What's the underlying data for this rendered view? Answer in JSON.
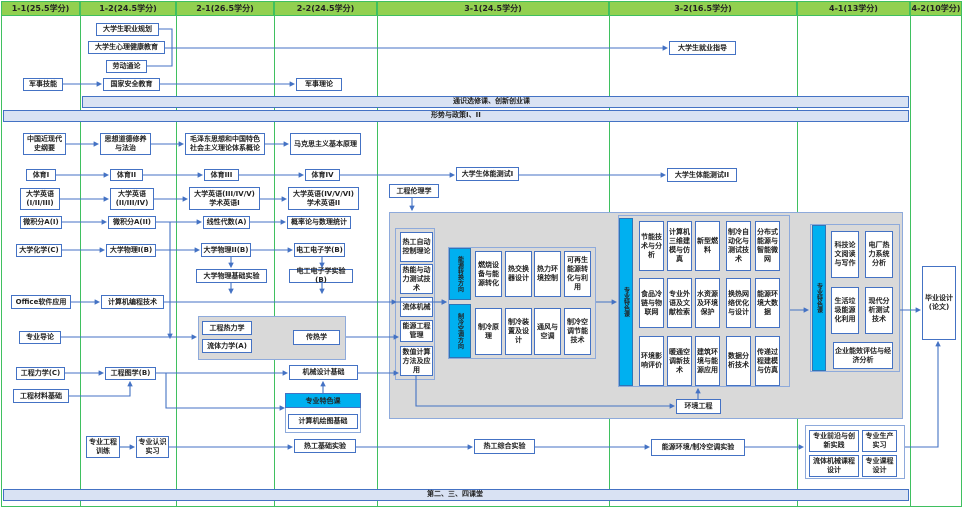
{
  "semesters": [
    {
      "id": "1-1",
      "label": "1-1(25.5学分)"
    },
    {
      "id": "1-2",
      "label": "1-2(24.5学分)"
    },
    {
      "id": "2-1",
      "label": "2-1(26.5学分)"
    },
    {
      "id": "2-2",
      "label": "2-2(24.5学分)"
    },
    {
      "id": "3-1",
      "label": "3-1(24.5学分)"
    },
    {
      "id": "3-2",
      "label": "3-2(16.5学分)"
    },
    {
      "id": "4-1",
      "label": "4-1(13学分)"
    },
    {
      "id": "4-2",
      "label": "4-2(10学分)"
    }
  ],
  "bands": {
    "general_elective": "通识选修课、创新创业课",
    "policy": "形势与政策I、II",
    "extracurricular": "第二、三、四课堂"
  },
  "courses": {
    "career_planning": "大学生职业规划",
    "mental_health": "大学生心理健康教育",
    "labor": "劳动通论",
    "employment": "大学生就业指导",
    "military_skill": "军事技能",
    "national_security": "国家安全教育",
    "military_theory": "军事理论",
    "modern_history": "中国近现代史纲要",
    "ethics_law": "思想道德修养与法治",
    "mao_theory": "毛泽东思想和中国特色社会主义理论体系概论",
    "marxism": "马克思主义基本原理",
    "pe1": "体育I",
    "pe2": "体育II",
    "pe3": "体育III",
    "pe4": "体育IV",
    "fitness1": "大学生体能测试I",
    "fitness2": "大学生体能测试II",
    "eng1": "大学英语(I/II/III)",
    "eng2": "大学英语(II/III/IV)",
    "eng3": "大学英语(III/IV/V) 学术英语I",
    "eng4": "大学英语(IV/V/VI) 学术英语II",
    "eng_ethics": "工程伦理学",
    "calc1": "微积分A(I)",
    "calc2": "微积分A(II)",
    "linear_algebra": "线性代数(A)",
    "probability": "概率论与数理统计",
    "chemistry": "大学化学(C)",
    "physics1": "大学物理I(B)",
    "physics2": "大学物理II(B)",
    "electronics": "电工电子学(B)",
    "physics_lab": "大学物理基础实验",
    "electronics_lab": "电工电子学实验(B)",
    "office": "Office软件应用",
    "programming": "计算机编程技术",
    "intro_major": "专业导论",
    "thermodynamics": "工程热力学",
    "fluid_mechanics": "流体力学(A)",
    "heat_transfer": "传热学",
    "eng_mechanics": "工程力学(C)",
    "eng_drawing": "工程图学(B)",
    "materials": "工程材料基础",
    "machine_design": "机械设计基础",
    "feature_course": "专业特色课",
    "cad": "计算机绘图基础",
    "eng_training": "专业工程训练",
    "cognition_practice": "专业认识实习",
    "thermal_lab": "热工基础实验",
    "thermal_comp_lab": "热工综合实验",
    "energy_lab": "能源环境/制冷空调实验",
    "env_eng": "环境工程",
    "graduation": "毕业设计(论文)"
  },
  "core_3_1": [
    "热工自动控制理论",
    "热能与动力测试技术",
    "流体机械",
    "能源工程管理",
    "数值计算方法及应用"
  ],
  "direction_energy": {
    "label": "能源转换方向",
    "courses": [
      "燃烧设备与能源转化",
      "热交换器设计",
      "热力环境控制",
      "可再生能源转化与利用"
    ]
  },
  "direction_refrig": {
    "label": "制冷空调方向",
    "courses": [
      "制冷原理",
      "制冷装置及设计",
      "通风与空调",
      "制冷空调节能技术"
    ]
  },
  "feature_3_2": {
    "label": "专业特色课",
    "courses": [
      "节能技术与分析",
      "计算机三维建模与仿真",
      "新型燃料",
      "制冷自动化与测试技术",
      "分布式能源与智能微网",
      "食品冷链与物联网",
      "专业外语及文献检索",
      "水资源及环境保护",
      "换热网络优化与设计",
      "能源环境大数据",
      "环境影响评价",
      "暖通空调新技术",
      "建筑环境与能源应用",
      "数据分析技术",
      "传递过程建模与仿真"
    ]
  },
  "feature_4_1": {
    "label": "专业特色课",
    "courses": [
      "科技论文阅读与写作",
      "电厂热力系统分析",
      "生活垃圾能源化利用",
      "现代分析测试技术",
      "企业能效评估与经济分析"
    ]
  },
  "practice_4_1": [
    "专业前沿与创新实践",
    "专业生产实习",
    "流体机械课程设计",
    "专业课程设计"
  ]
}
